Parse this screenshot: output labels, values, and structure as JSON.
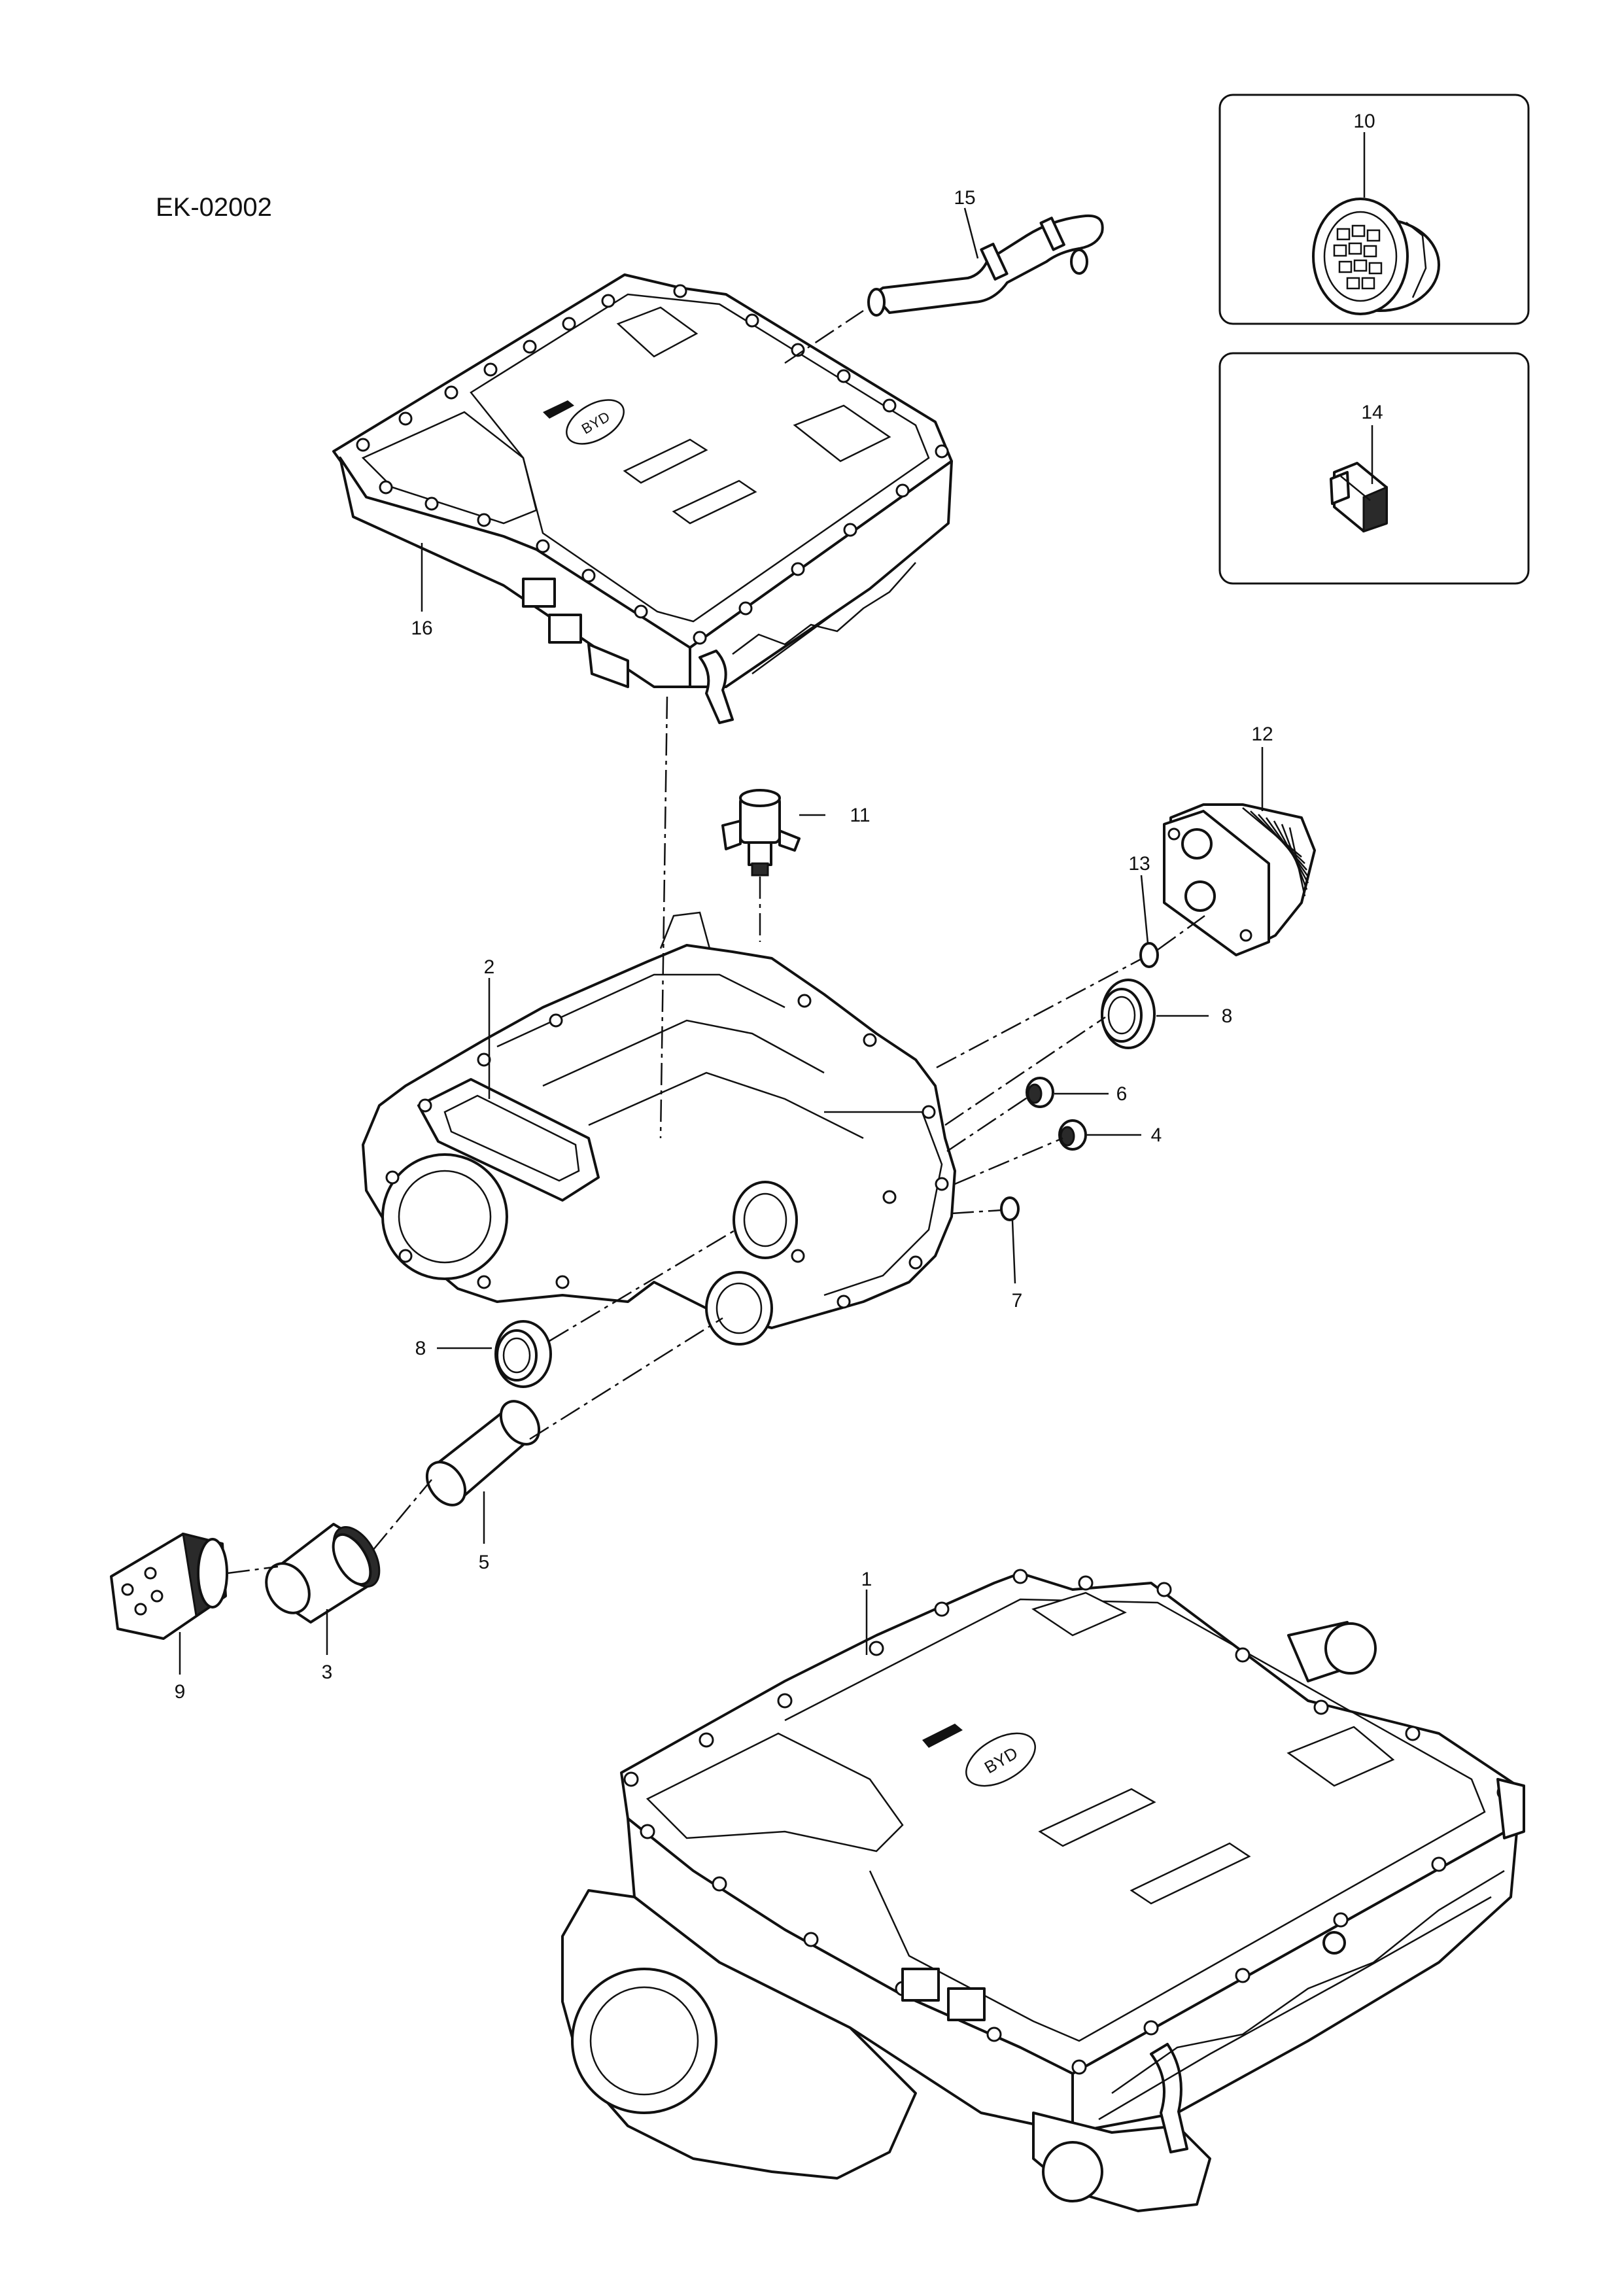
{
  "drawing_code": "EK-02002",
  "callouts": {
    "p1": "1",
    "p2": "2",
    "p3": "3",
    "p4": "4",
    "p5": "5",
    "p6": "6",
    "p7": "7",
    "p8a": "8",
    "p8b": "8",
    "p9": "9",
    "p10": "10",
    "p11": "11",
    "p12": "12",
    "p13": "13",
    "p14": "14",
    "p15": "15",
    "p16": "16"
  },
  "brand_badge": "BYD"
}
